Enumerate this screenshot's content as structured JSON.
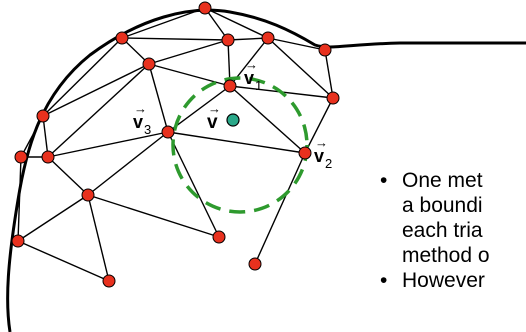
{
  "colors": {
    "vertex": "#e8311e",
    "query_point": "#2aa889",
    "search_circle": "#2e9a2e",
    "edge": "#000000",
    "background": "#ffffff"
  },
  "labels": {
    "v1": {
      "base": "v",
      "sub": "1"
    },
    "v2": {
      "base": "v",
      "sub": "2"
    },
    "v3": {
      "base": "v",
      "sub": "3"
    },
    "v": {
      "base": "v"
    }
  },
  "bullets": [
    {
      "lines": [
        "One met",
        "a boundi",
        "each tria",
        "method o"
      ]
    },
    {
      "lines": [
        "However"
      ]
    }
  ]
}
